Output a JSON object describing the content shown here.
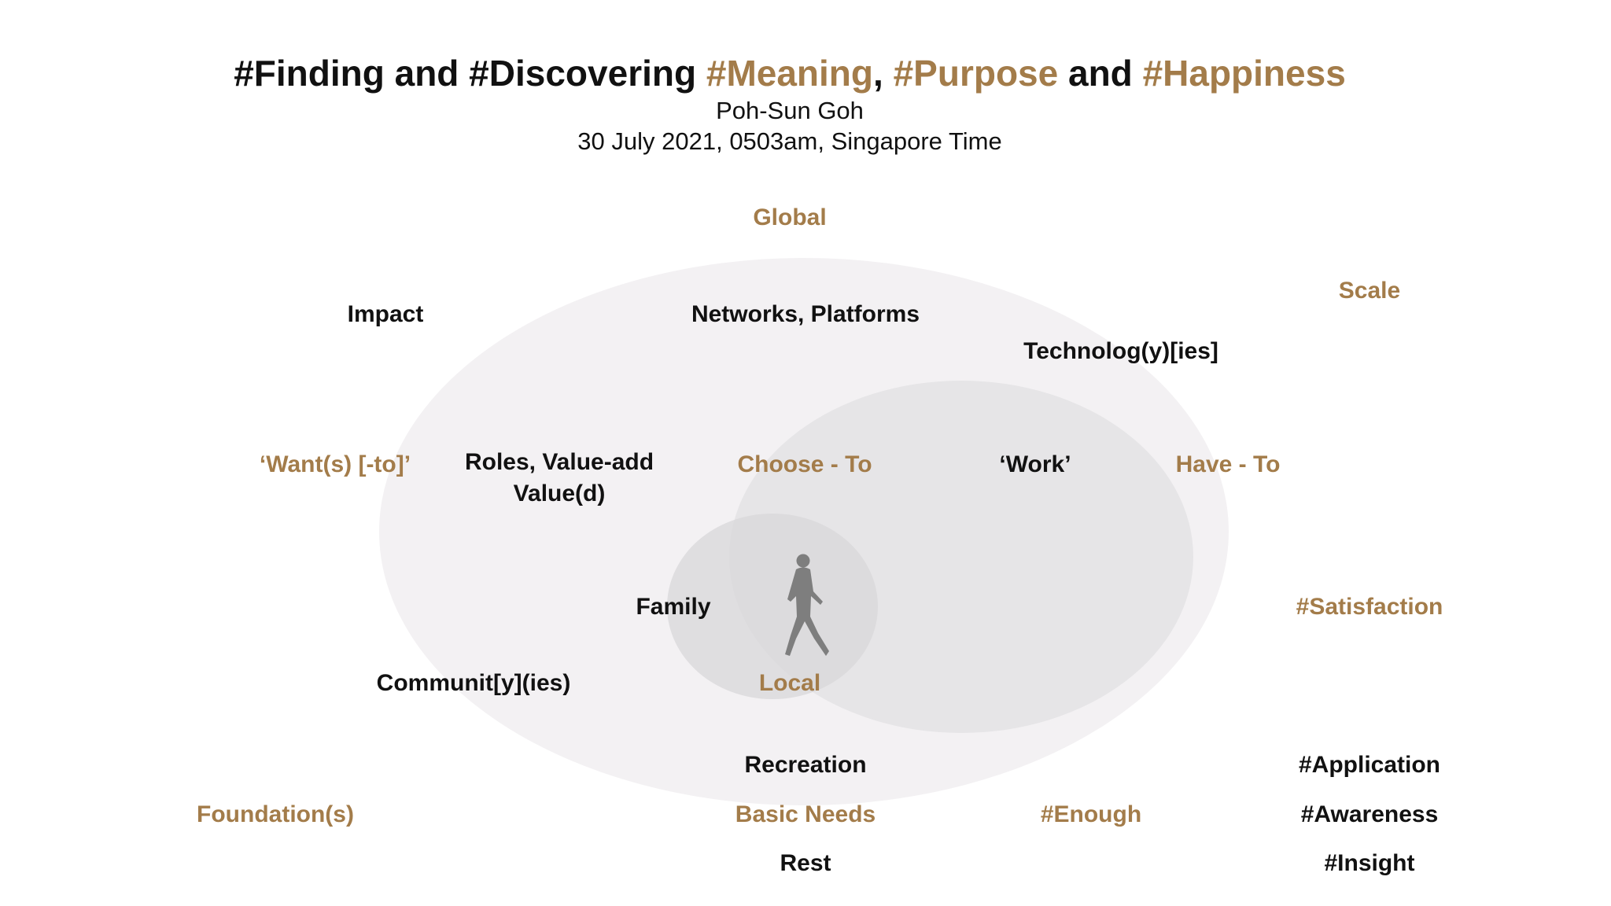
{
  "title": {
    "part1": "#Finding and #Discovering ",
    "meaning": "#Meaning",
    "comma": ", ",
    "purpose": "#Purpose",
    "and": " and ",
    "happiness": "#Happiness"
  },
  "author": "Poh-Sun Goh",
  "date": "30 July 2021, 0503am, Singapore Time",
  "labels": {
    "global": "Global",
    "impact": "Impact",
    "networks": "Networks, Platforms",
    "scale": "Scale",
    "technology": "Technolog(y)[ies]",
    "wants": "‘Want(s) [-to]’",
    "roles_line1": "Roles, Value-add",
    "roles_line2": "Value(d)",
    "choose_to": "Choose - To",
    "work": "‘Work’",
    "have_to": "Have - To",
    "family": "Family",
    "satisfaction": "#Satisfaction",
    "community": "Communit[y](ies)",
    "local": "Local",
    "recreation": "Recreation",
    "application": "#Application",
    "foundations": "Foundation(s)",
    "basic_needs": "Basic Needs",
    "enough": "#Enough",
    "awareness": "#Awareness",
    "rest": "Rest",
    "insight": "#Insight"
  },
  "colors": {
    "accent_gold": "#a37c4a",
    "text_dark": "#111111",
    "outer_ellipse": "#f3f1f3",
    "middle_ellipse": "#e6e5e7",
    "inner_circle": "#d8d7d9",
    "figure": "#7e7e7e"
  },
  "icons": {
    "figure": "walking-person-icon"
  }
}
